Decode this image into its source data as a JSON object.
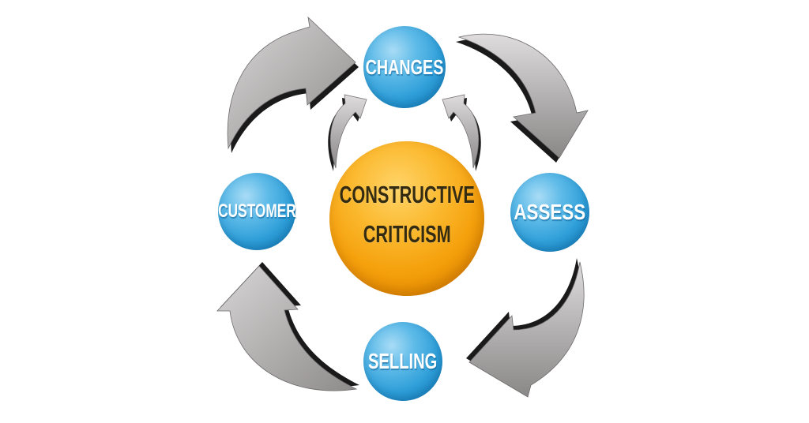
{
  "diagram": {
    "type": "cycle-diagram",
    "background": "#ffffff",
    "center": {
      "line1": "CONSTRUCTIVE",
      "line2": "CRITICISM",
      "fill": "#f5a10d",
      "text_color": "#332b12"
    },
    "nodes": [
      {
        "id": "changes",
        "label": "CHANGES",
        "position": "top"
      },
      {
        "id": "assess",
        "label": "ASSESS",
        "position": "right"
      },
      {
        "id": "selling",
        "label": "SELLING",
        "position": "bottom"
      },
      {
        "id": "customer",
        "label": "CUSTOMER",
        "position": "left"
      }
    ],
    "node_fill": "#2f9fd9",
    "node_text_color": "#ffffff",
    "arrow_color": "#b3b1b1",
    "arrow_shadow_color": "#1a1a1a",
    "arrows": [
      {
        "from": "customer",
        "to": "changes",
        "style": "large-curved"
      },
      {
        "from": "changes",
        "to": "assess",
        "style": "large-curved"
      },
      {
        "from": "assess",
        "to": "selling",
        "style": "large-curved"
      },
      {
        "from": "selling",
        "to": "customer",
        "style": "large-curved"
      },
      {
        "from": "center",
        "to": "changes",
        "style": "small-curved-left"
      },
      {
        "from": "center",
        "to": "changes",
        "style": "small-curved-right"
      }
    ]
  }
}
